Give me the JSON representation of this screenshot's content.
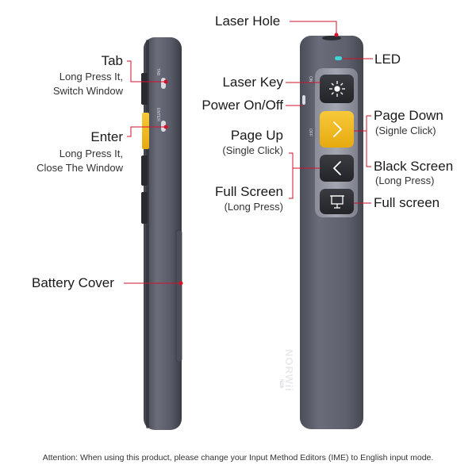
{
  "labels": {
    "laser_hole": "Laser Hole",
    "led": "LED",
    "laser_key": "Laser Key",
    "power": "Power On/Off",
    "page_down": "Page Down",
    "page_down_sub": "(Signle Click)",
    "page_up": "Page Up",
    "page_up_sub": "(Single Click)",
    "black_screen": "Black Screen",
    "black_screen_sub": "(Long Press)",
    "full_screen_left": "Full Screen",
    "full_screen_left_sub": "(Long Press)",
    "full_screen_right": "Full screen",
    "tab": "Tab",
    "tab_sub1": "Long Press It,",
    "tab_sub2": "Switch Window",
    "enter": "Enter",
    "enter_sub1": "Long Press It,",
    "enter_sub2": "Close The Window",
    "battery_cover": "Battery Cover"
  },
  "device": {
    "brand": "NORWii",
    "model": "N28",
    "side_label_on": "ON",
    "side_label_off": "OFF",
    "side_label_top": "TAB",
    "side_label_bottom": "ENTER"
  },
  "footer": "Attention: When using this product, please change your Input Method Editors (IME) to English input mode.",
  "colors": {
    "device_body": "#5b5e6a",
    "button_dark": "#2e2f33",
    "button_yellow": "#f2b81b",
    "led": "#3fd4d8",
    "callout_dot": "#d2102a"
  },
  "icons": {
    "laser_key": "laser-star-icon",
    "page_down": "chevron-right-icon",
    "page_up": "chevron-left-icon",
    "full_screen": "projector-screen-icon"
  }
}
